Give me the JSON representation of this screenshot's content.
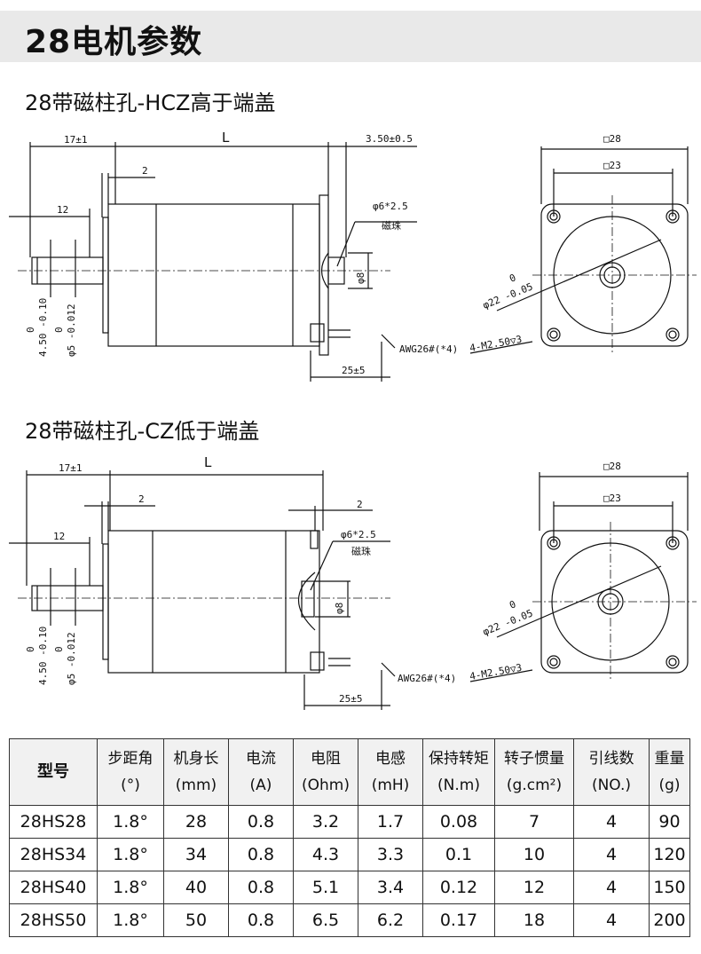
{
  "page_title": "28电机参数",
  "sections": [
    {
      "title": "28带磁柱孔-HCZ高于端盖",
      "dims": {
        "shaft_len": "17±1",
        "body_len": "L",
        "boss": "2",
        "shaft_step": "12",
        "magnet_out": "3.50±0.5",
        "magnet_label": "φ6*2.5",
        "magnet_name": "磁珠",
        "magnet_dia": "φ8",
        "wire": "AWG26#(*4)",
        "lead_len": "25±5",
        "pilot_tol": "0",
        "pilot_tol2": "4.50  -0.10",
        "shaft_tol": "0",
        "shaft_tol2": "φ5  -0.012",
        "sq_outer": "□28",
        "sq_inner": "□23",
        "pilot_dia_tol": "0",
        "pilot_dia": "φ22  -0.05",
        "holes": "4-M2.50▽3"
      }
    },
    {
      "title": "28带磁柱孔-CZ低于端盖",
      "dims": {
        "shaft_len": "17±1",
        "body_len": "L",
        "boss": "2",
        "shaft_step": "12",
        "magnet_out": "2",
        "magnet_label": "φ6*2.5",
        "magnet_name": "磁珠",
        "magnet_dia": "φ8",
        "wire": "AWG26#(*4)",
        "lead_len": "25±5",
        "pilot_tol": "0",
        "pilot_tol2": "4.50  -0.10",
        "shaft_tol": "0",
        "shaft_tol2": "φ5  -0.012",
        "sq_outer": "□28",
        "sq_inner": "□23",
        "pilot_dia_tol": "0",
        "pilot_dia": "φ22  -0.05",
        "holes": "4-M2.50▽3"
      }
    }
  ],
  "table": {
    "headers": [
      {
        "l1": "型号",
        "l2": ""
      },
      {
        "l1": "步距角",
        "l2": "(°)"
      },
      {
        "l1": "机身长",
        "l2": "(mm)"
      },
      {
        "l1": "电流",
        "l2": "(A)"
      },
      {
        "l1": "电阻",
        "l2": "(Ohm)"
      },
      {
        "l1": "电感",
        "l2": "(mH)"
      },
      {
        "l1": "保持转矩",
        "l2": "(N.m)"
      },
      {
        "l1": "转子惯量",
        "l2": "(g.cm²)"
      },
      {
        "l1": "引线数",
        "l2": "(NO.)"
      },
      {
        "l1": "重量",
        "l2": "(g)"
      }
    ],
    "rows": [
      [
        "28HS28",
        "1.8°",
        "28",
        "0.8",
        "3.2",
        "1.7",
        "0.08",
        "7",
        "4",
        "90"
      ],
      [
        "28HS34",
        "1.8°",
        "34",
        "0.8",
        "4.3",
        "3.3",
        "0.1",
        "10",
        "4",
        "120"
      ],
      [
        "28HS40",
        "1.8°",
        "40",
        "0.8",
        "5.1",
        "3.4",
        "0.12",
        "12",
        "4",
        "150"
      ],
      [
        "28HS50",
        "1.8°",
        "50",
        "0.8",
        "6.5",
        "6.2",
        "0.17",
        "18",
        "4",
        "200"
      ]
    ]
  }
}
